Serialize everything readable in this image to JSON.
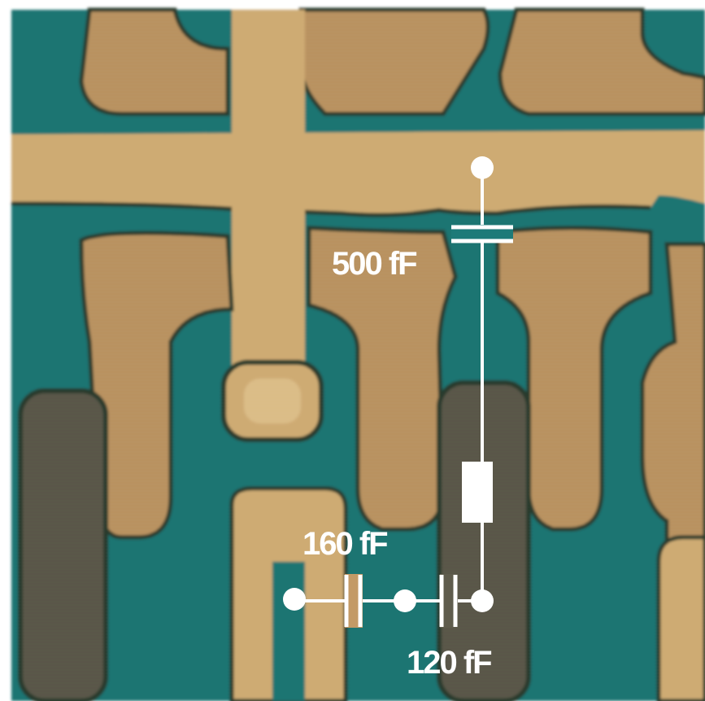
{
  "image": {
    "kind": "die-photo-with-circuit-overlay",
    "palette": {
      "background_frame": "#ffffff",
      "substrate_teal": "#1d7a78",
      "metal_tan": "#c39a66",
      "poly_gold": "#d9b479",
      "diffusion_gray": "#5f5c4d",
      "edge_dark": "#2a3d2e",
      "overlay_white": "#ffffff"
    }
  },
  "overlay": {
    "capacitor_top_label": "500 fF",
    "capacitor_left_label": "160 fF",
    "capacitor_right_label": "120 fF",
    "components": {
      "top_node": "circle-node",
      "top_capacitor": "capacitor-symbol",
      "resistor": "resistor-symbol",
      "left_node": "circle-node",
      "middle_node": "circle-node",
      "right_node": "circle-node",
      "left_capacitor": "capacitor-symbol",
      "right_capacitor": "capacitor-symbol"
    }
  }
}
